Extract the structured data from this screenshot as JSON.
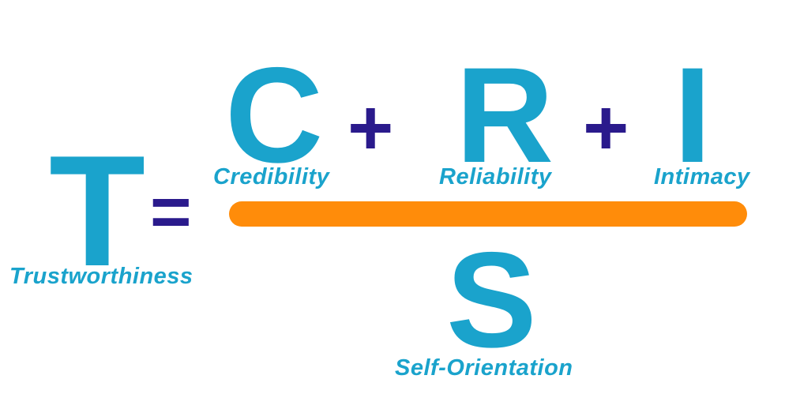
{
  "colors": {
    "letter": "#1aa3cc",
    "operator": "#2a1a8c",
    "bar": "#ff8c0a",
    "background": "#ffffff"
  },
  "formula": {
    "lhs": {
      "letter": "T",
      "caption": "Trustworthiness"
    },
    "equals": "=",
    "numerator": [
      {
        "letter": "C",
        "caption": "Credibility"
      },
      {
        "letter": "R",
        "caption": "Reliability"
      },
      {
        "letter": "I",
        "caption": "Intimacy"
      }
    ],
    "plus": "+",
    "denominator": {
      "letter": "S",
      "caption": "Self-Orientation"
    }
  }
}
